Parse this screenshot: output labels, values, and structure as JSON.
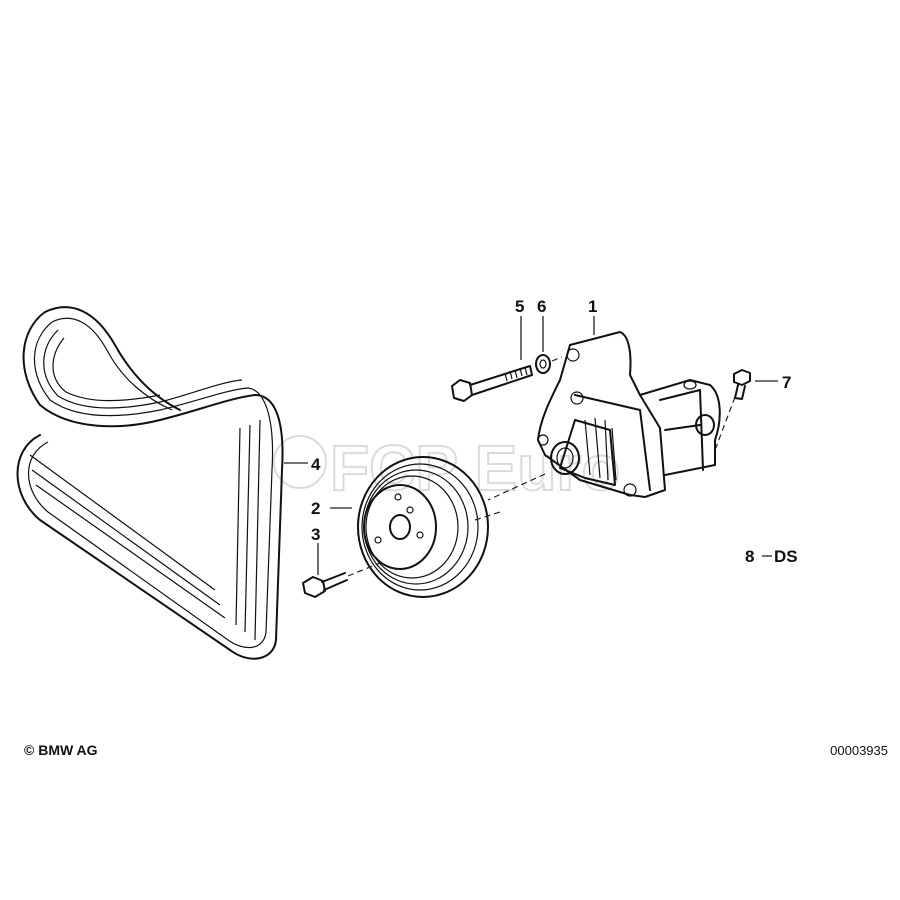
{
  "diagram": {
    "callouts": {
      "p1": "1",
      "p2": "2",
      "p3": "3",
      "p4": "4",
      "p5": "5",
      "p6": "6",
      "p7": "7",
      "ref": "8",
      "ref_suffix": "DS"
    },
    "watermark": "FCP Euro",
    "copyright": "© BMW AG",
    "document_number": "00003935"
  }
}
